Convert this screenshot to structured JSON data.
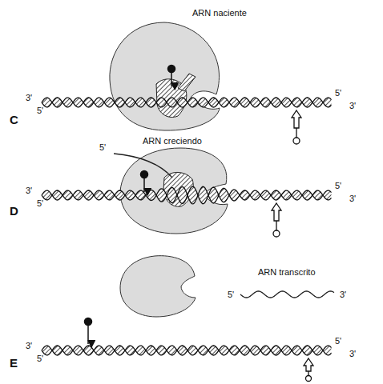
{
  "diagram": {
    "labels": [
      "ARN naciente",
      "3'",
      "5'",
      "5'",
      "3'",
      "C",
      "5'",
      "ARN creciendo",
      "3'",
      "5'",
      "5'",
      "3'",
      "D",
      "ARN transcrito",
      "5'",
      "3'",
      "3'",
      "5'",
      "5'",
      "3'",
      "E"
    ]
  }
}
